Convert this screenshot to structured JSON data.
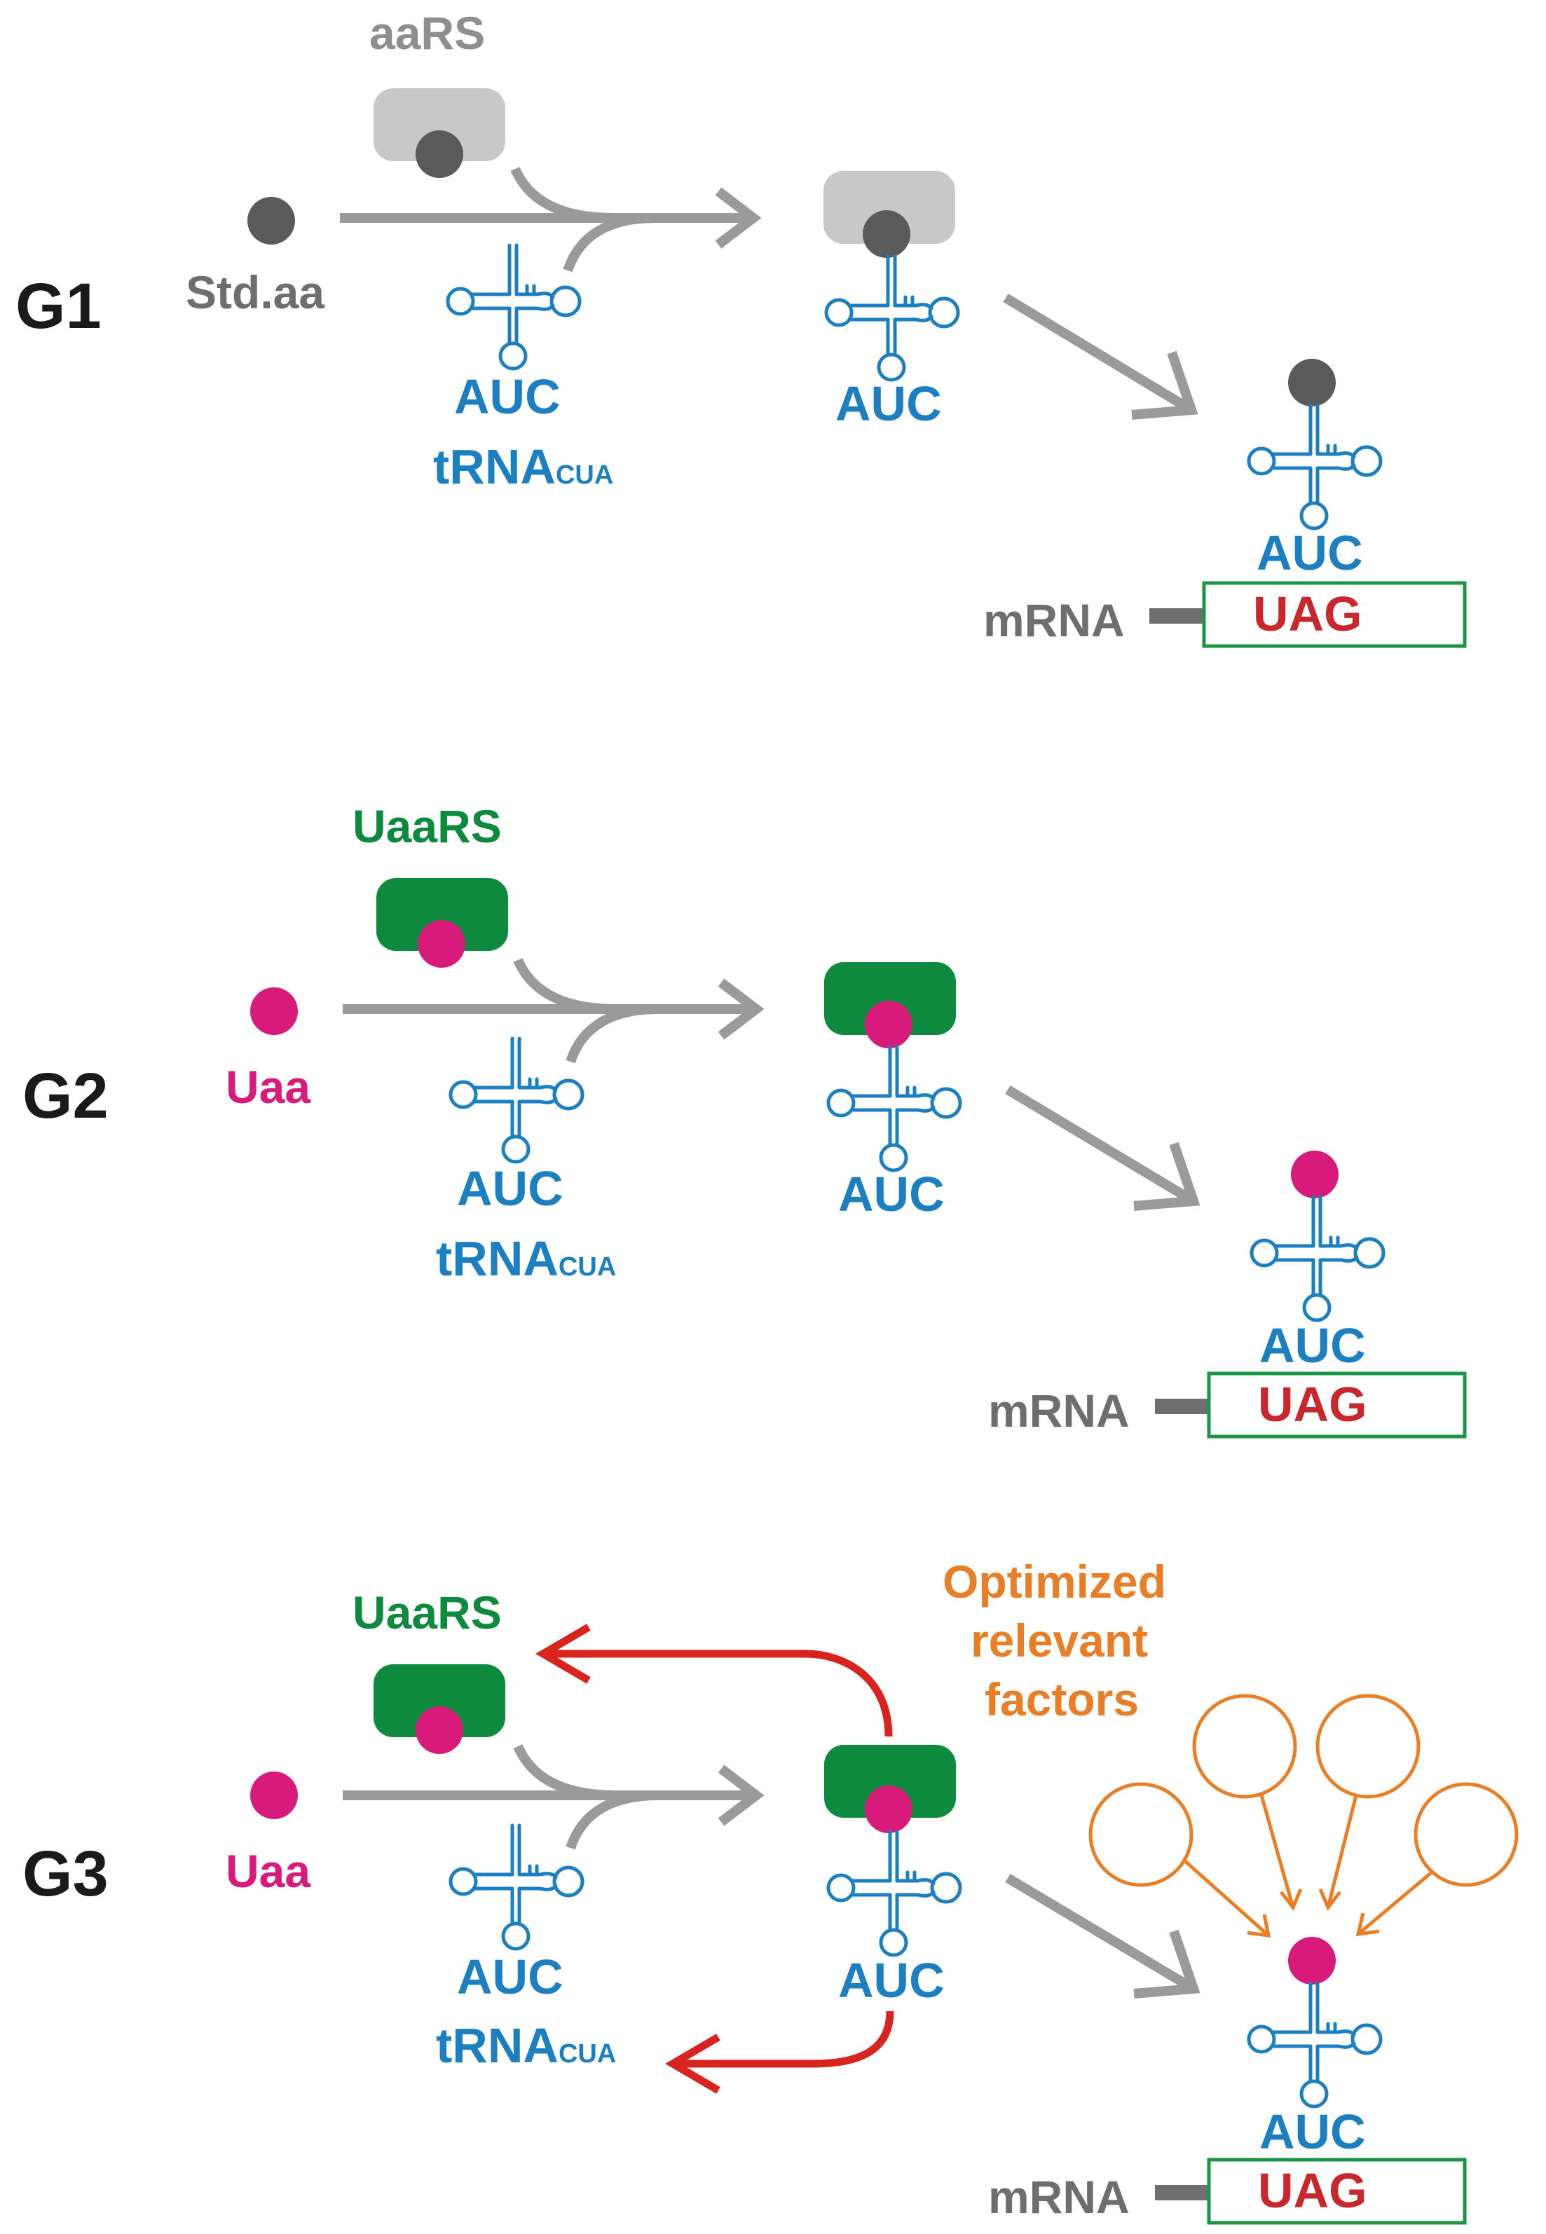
{
  "panels": {
    "g1": {
      "label": "G1",
      "enzyme_label": "aaRS",
      "amino_acid_label": "Std.aa",
      "anticodon_free": "AUC",
      "trna_name_main": "tRNA",
      "trna_name_sub": "CUA",
      "anticodon_charged": "AUC",
      "anticodon_ribosome": "AUC",
      "mrna_label": "mRNA",
      "codon": "UAG"
    },
    "g2": {
      "label": "G2",
      "enzyme_label": "UaaRS",
      "amino_acid_label": "Uaa",
      "anticodon_free": "AUC",
      "trna_name_main": "tRNA",
      "trna_name_sub": "CUA",
      "anticodon_charged": "AUC",
      "anticodon_ribosome": "AUC",
      "mrna_label": "mRNA",
      "codon": "UAG"
    },
    "g3": {
      "label": "G3",
      "enzyme_label": "UaaRS",
      "amino_acid_label": "Uaa",
      "anticodon_free": "AUC",
      "trna_name_main": "tRNA",
      "trna_name_sub": "CUA",
      "anticodon_charged": "AUC",
      "anticodon_ribosome": "AUC",
      "mrna_label": "mRNA",
      "codon": "UAG",
      "factors_line1": "Optimized",
      "factors_line2": "relevant",
      "factors_line3": "factors"
    }
  },
  "colors": {
    "standard_aa": "#5a5a5a",
    "aars": "#c8c8c8",
    "unnatural_aa": "#d81b7a",
    "uaars": "#0e8a3e",
    "trna": "#1c7fc0",
    "codon": "#c8282d",
    "mrna_box": "#1d9544",
    "flow_arrow": "#9a9a9a",
    "recycle_arrow": "#d9231f",
    "factors": "#e87f26"
  }
}
